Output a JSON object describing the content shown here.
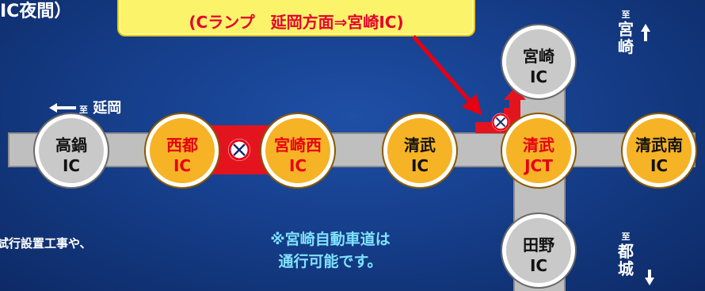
{
  "header": {
    "title_fragment": "IC夜間）"
  },
  "callout": {
    "text": "(Cランプ　延岡方面⇒宮崎IC)"
  },
  "nodes": {
    "takanabe": {
      "line1": "高鍋",
      "line2": "IC"
    },
    "saito": {
      "line1": "西都",
      "line2": "IC"
    },
    "miyazakinishi": {
      "line1": "宮崎西",
      "line2": "IC"
    },
    "kiyotake": {
      "line1": "清武",
      "line2": "IC"
    },
    "kiyotake_jct": {
      "line1": "清武",
      "line2": "JCT"
    },
    "kiyotakeminami": {
      "line1": "清武南",
      "line2": "IC"
    },
    "miyazaki": {
      "line1": "宮崎",
      "line2": "IC"
    },
    "tano": {
      "line1": "田野",
      "line2": "IC"
    }
  },
  "directions": {
    "nobeoka": {
      "prefix": "至",
      "label": "延岡"
    },
    "miyazaki": {
      "prefix": "至",
      "c1": "宮",
      "c2": "崎"
    },
    "miyakonojo": {
      "prefix": "至",
      "c1": "都",
      "c2": "城"
    }
  },
  "notes": {
    "left": "試行設置工事や、",
    "center_line1": "※宮崎自動車道は",
    "center_line2": "通行可能です。"
  },
  "colors": {
    "background": "#163f8c",
    "road": "#bfbfbf",
    "closure": "#e3141d",
    "ic_open": "#c9c9c9",
    "ic_affected": "#f6b326",
    "callout_bg": "#fbf36a",
    "callout_text": "#e6002d",
    "note_highlight": "#7fe3ff"
  },
  "icons": {
    "closure_sign": "no-entry-sign-icon",
    "arrows": "direction-arrow-icon"
  }
}
